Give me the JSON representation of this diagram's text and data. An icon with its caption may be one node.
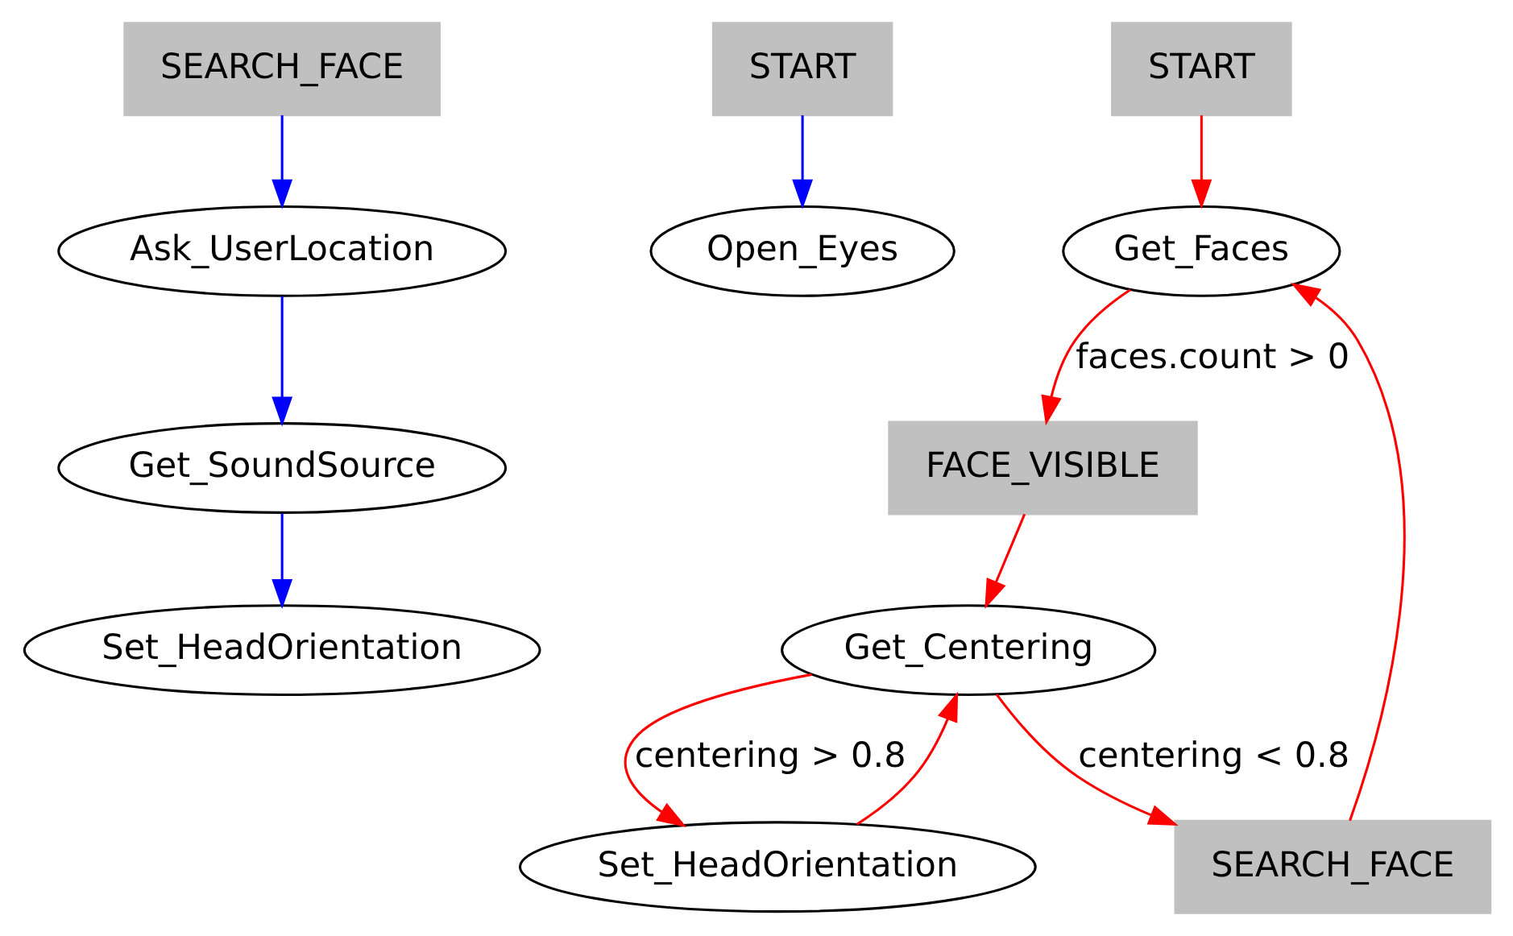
{
  "diagram": {
    "nodes": [
      {
        "text": [
          "SEARCH_FACE"
        ]
      },
      {
        "text": [
          "Ask_UserLocation"
        ]
      },
      {
        "text": [
          "Get_SoundSource"
        ]
      },
      {
        "text": [
          "Set_HeadOrientation"
        ]
      },
      {
        "text": [
          "START"
        ]
      },
      {
        "text": [
          "Open_Eyes"
        ]
      },
      {
        "text": [
          "START"
        ]
      },
      {
        "text": [
          "Get_Faces"
        ]
      },
      {
        "text": [
          "FACE_VISIBLE"
        ]
      },
      {
        "text": [
          "Get_Centering"
        ]
      },
      {
        "text": [
          "Set_HeadOrientation"
        ]
      },
      {
        "text": [
          "SEARCH_FACE"
        ]
      }
    ],
    "edges": [
      {
        "from": 0,
        "to": 1,
        "arrow": "to",
        "color": "#0000ff"
      },
      {
        "from": 1,
        "to": 2,
        "arrow": "to",
        "color": "#0000ff"
      },
      {
        "from": 2,
        "to": 3,
        "arrow": "to",
        "color": "#0000ff"
      },
      {
        "from": 4,
        "to": 5,
        "arrow": "to",
        "color": "#0000ff"
      },
      {
        "from": 6,
        "to": 7,
        "arrow": "to"
      },
      {
        "from": 7,
        "to": 8,
        "arrow": "to",
        "label": "faces.count > 0"
      },
      {
        "from": 8,
        "to": 9,
        "arrow": "to"
      },
      {
        "from": 9,
        "to": 10,
        "arrow": "to",
        "label": "centering > 0.8"
      },
      {
        "from": 10,
        "to": 9,
        "arrow": "to"
      },
      {
        "from": 9,
        "to": 11,
        "arrow": "to",
        "label": "centering < 0.8"
      },
      {
        "from": 11,
        "to": 7,
        "arrow": "to"
      }
    ]
  }
}
